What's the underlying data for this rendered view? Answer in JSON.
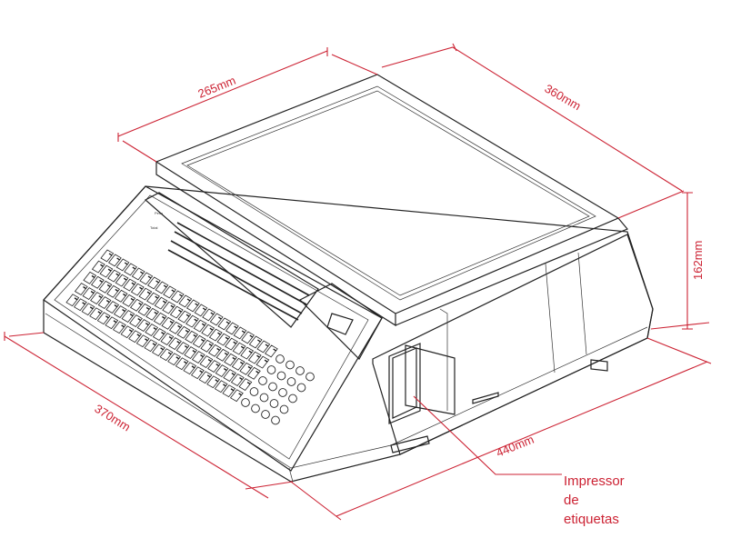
{
  "dimensions": {
    "platter_width": "265mm",
    "platter_depth": "360mm",
    "height": "162mm",
    "base_depth": "370mm",
    "base_width": "440mm"
  },
  "callout": {
    "line1": "Impressor",
    "line2": "de",
    "line3": "etiquetas"
  },
  "colors": {
    "dimension": "#cc2233",
    "line": "#222222"
  }
}
